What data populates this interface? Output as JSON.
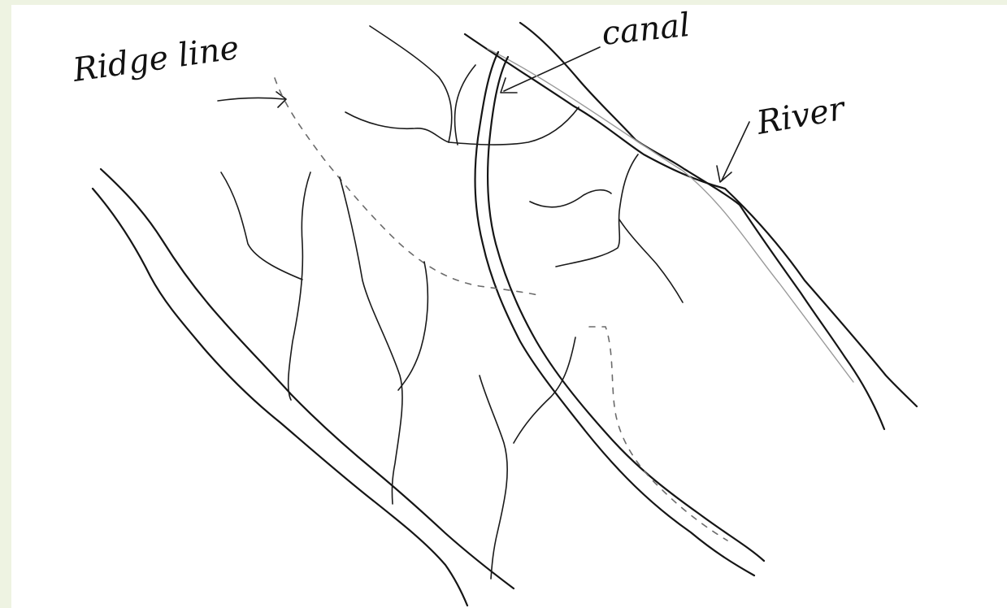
{
  "labels": {
    "ridge_line": "Ridge line",
    "canal": "canal",
    "river": "River"
  },
  "colors": {
    "ink": "#151515",
    "paper": "#ffffff",
    "margin": "#eef3e2"
  }
}
